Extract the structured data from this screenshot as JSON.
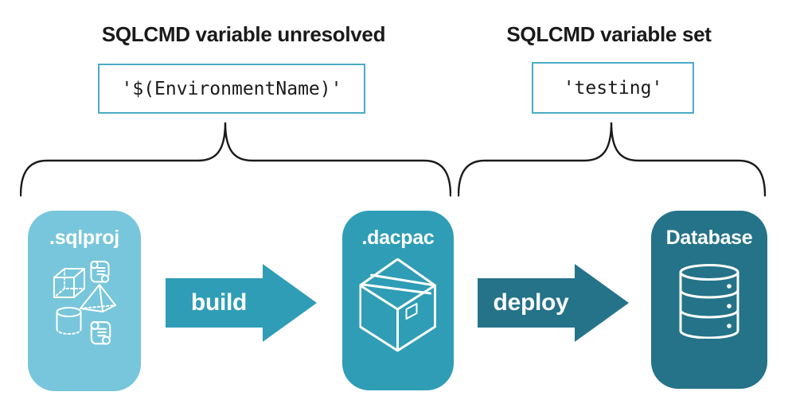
{
  "annotations": {
    "left": {
      "title": "SQLCMD variable unresolved",
      "code": "'$(EnvironmentName)'"
    },
    "right": {
      "title": "SQLCMD variable set",
      "code": "'testing'"
    }
  },
  "pipeline": {
    "nodes": [
      {
        "id": "sqlproj",
        "label": ".sqlproj",
        "color": "#78C6DB",
        "icons": [
          "script-scroll-icon",
          "cube-icon",
          "pyramid-icon",
          "cylinder-icon",
          "script-scroll-icon"
        ]
      },
      {
        "id": "dacpac",
        "label": ".dacpac",
        "color": "#2F9DB6",
        "icons": [
          "package-box-icon"
        ]
      },
      {
        "id": "database",
        "label": "Database",
        "color": "#247389",
        "icons": [
          "database-cylinder-icon"
        ]
      }
    ],
    "arrows": [
      {
        "label": "build",
        "color": "#2F9DB6"
      },
      {
        "label": "deploy",
        "color": "#247389"
      }
    ]
  },
  "colors": {
    "code_box_border": "#4AACC6",
    "brace_stroke": "#1A1A1A",
    "heading_text": "#1A1A1A",
    "node_label_text": "#FFFFFF",
    "background": "#FFFFFF"
  }
}
